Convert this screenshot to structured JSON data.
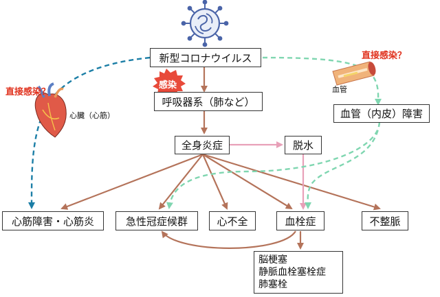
{
  "nodes": {
    "virus": "新型コロナウイルス",
    "respiratory": "呼吸器系（肺など）",
    "systemic": "全身炎症",
    "dehydration": "脱水",
    "vascular": "血管（内皮）障害",
    "myocardial": "心筋障害・心筋炎",
    "acs": "急性冠症候群",
    "heart_failure": "心不全",
    "thrombosis": "血栓症",
    "arrhythmia": "不整脈"
  },
  "outcomes": [
    "脳梗塞",
    "静脈血栓塞栓症",
    "肺塞栓"
  ],
  "labels": {
    "infection_badge": "感染",
    "direct_left": "直接感染？",
    "direct_right": "直接感染？",
    "heart": "心臓（心筋）",
    "vessel": "血管"
  },
  "colors": {
    "arrow_main": "#b4735a",
    "arrow_dehydration": "#e8a0b8",
    "dash_left": "#1b7ea6",
    "dash_right": "#7fd6b0",
    "badge": "#e84a3a",
    "label_red": "#e0321e"
  },
  "icons": {
    "virus": "coronavirus-icon",
    "heart": "heart-illustration",
    "vessel": "blood-vessel-illustration"
  }
}
